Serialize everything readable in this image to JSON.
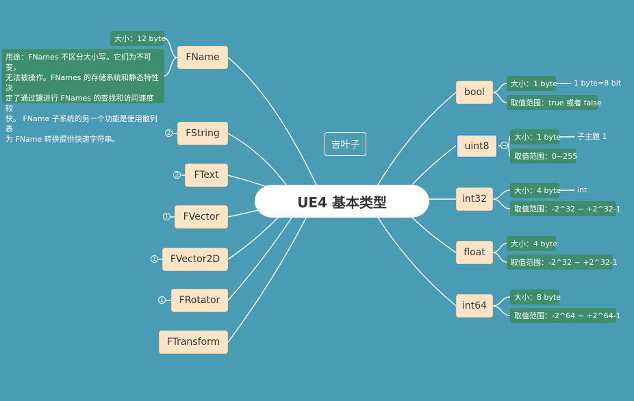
{
  "colors": {
    "background": "#4a9cb5",
    "topic_fill": "#fee4c6",
    "subtopic_fill": "#3e8e6e",
    "selection": "#2b8fe0",
    "connector": "#ffffff"
  },
  "icons": {
    "collapse": "minus-circle-icon"
  },
  "central_topic": {
    "label": "UE4 基本类型"
  },
  "floating_topic": {
    "label": "吉叶子"
  },
  "left_topics": [
    {
      "label": "FName",
      "children": [
        {
          "label": "大小：12 byte"
        },
        {
          "label": "用途：FNames 不区分大小写。它们为不可变，\n无法被操作。FNames 的存储系统和静态特性决\n定了通过键进行 FNames 的查找和访问速度较\n快。 FName 子系统的另一个功能是使用散列表\n为 FName 转换提供快速字符串。"
        }
      ]
    },
    {
      "label": "FString",
      "collapsed_count": "2"
    },
    {
      "label": "FText",
      "collapsed_count": "2"
    },
    {
      "label": "FVector",
      "collapsed_count": "1"
    },
    {
      "label": "FVector2D",
      "collapsed_count": "1"
    },
    {
      "label": "FRotator",
      "collapsed_count": "1"
    },
    {
      "label": "FTransform"
    }
  ],
  "right_topics": [
    {
      "label": "bool",
      "size": {
        "label": "大小：1 byte",
        "detail": "1 byte=8 bit"
      },
      "range": {
        "label": "取值范围：true 或者 false"
      }
    },
    {
      "label": "uint8",
      "selected": true,
      "size": {
        "label": "大小：1 byte",
        "detail": "子主题 1"
      },
      "range": {
        "label": "取值范围：0~255"
      }
    },
    {
      "label": "int32",
      "size": {
        "label": "大小：4 byte",
        "detail": "int"
      },
      "range": {
        "label": "取值范围：-2^32 ~ +2^32-1"
      }
    },
    {
      "label": "float",
      "size": {
        "label": "大小：4 byte"
      },
      "range": {
        "label": "取值范围：-2^32 ~ +2^32-1"
      }
    },
    {
      "label": "int64",
      "size": {
        "label": "大小：8 byte"
      },
      "range": {
        "label": "取值范围：-2^64 ~ +2^64-1"
      }
    }
  ]
}
